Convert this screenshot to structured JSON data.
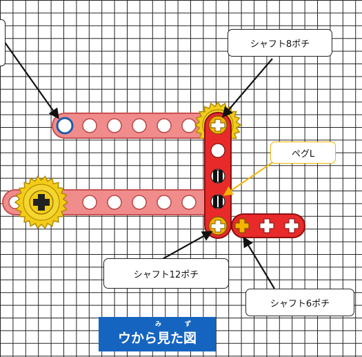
{
  "labels": {
    "shaft8": "シャフト8ポチ",
    "peg_l": "ペグL",
    "shaft12": "シャフト12ポチ",
    "shaft6": "シャフト6ポチ"
  },
  "title": {
    "text": "ウから見た図",
    "ruby_mi": "み",
    "ruby_zu": "ず"
  },
  "colors": {
    "grid_line": "#222222",
    "pink_beam": "#f08c8c",
    "pink_beam_stroke": "#c85050",
    "red_beam": "#e82a2a",
    "red_beam_stroke": "#8b1010",
    "bush_gold": "#f2cc18",
    "bush_stroke": "#b08a00",
    "cross_gold": "#f4b400",
    "peg_blue": "#1e5aa8",
    "callout_yellow": "#f0b400",
    "banner": "#1565c0"
  },
  "icons": [
    "axle-cross-icon",
    "peg-icon",
    "bush-icon"
  ]
}
